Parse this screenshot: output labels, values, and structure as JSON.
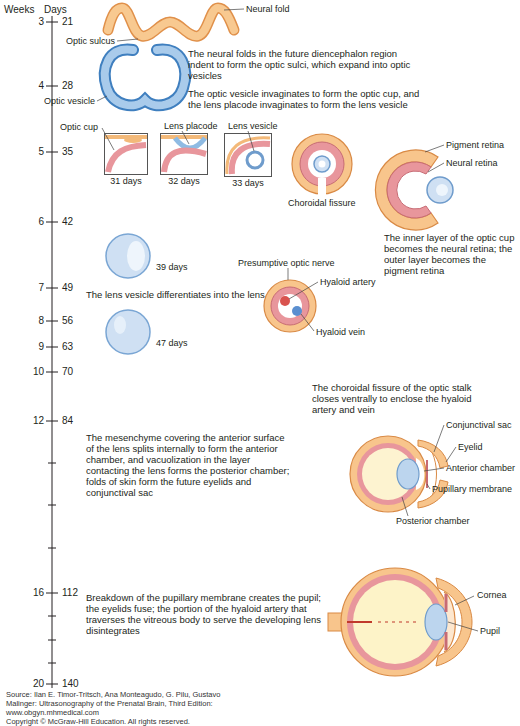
{
  "diagram": {
    "nodes": [
      {
        "text": [
          "31 days"
        ]
      },
      {
        "text": [
          "32 days"
        ]
      },
      {
        "text": [
          "33 days"
        ]
      }
    ],
    "labels": [
      "Weeks",
      "Days",
      "3",
      "21",
      "4",
      "28",
      "5",
      "35",
      "6",
      "42",
      "7",
      "49",
      "8",
      "56",
      "9",
      "63",
      "10",
      "70",
      "12",
      "84",
      "16",
      "112",
      "20",
      "140",
      "Neural fold",
      "Optic sulcus",
      "The neural folds in the future diencephalon region indent to form the optic sulci, which expand into optic vesicles",
      "Optic vesicle",
      "The optic vesicle invaginates to form the optic cup, and the lens placode invaginates to form the lens vesicle",
      "Optic cup",
      "Lens placode",
      "Lens vesicle",
      "Pigment retina",
      "Neural retina",
      "Choroidal fissure",
      "The inner layer of the optic cup becomes the neural retina; the outer layer becomes the pigment retina",
      "The lens vesicle differentiates into the lens",
      "39 days",
      "Presumptive optic nerve",
      "Hyaloid artery",
      "Hyaloid vein",
      "47 days",
      "The choroidal fissure of the optic stalk closes ventrally to enclose the hyaloid artery and vein",
      "The mesenchyme covering the anterior surface of the lens splits internally to form the anterior chamber, and vacuolization in the layer contacting the lens forms the posterior chamber; folds of skin form the future eyelids and conjunctival sac",
      "Conjunctival sac",
      "Eyelid",
      "Anterior chamber",
      "Pupillary membrane",
      "Posterior chamber",
      "Breakdown of the pupillary membrane creates the pupil; the eyelids fuse; the portion of the hyaloid artery that traverses the vitreous body to serve the developing lens disintegrates",
      "Cornea",
      "Pupil",
      "Source: Ilan E. Timor-Tritsch, Ana Monteagudo, G. Pilu, Gustavo Malinger: Ultrasonography of the Prenatal Brain, Third Edition: www.obgyn.mhmedical.com",
      "Copyright © McGraw-Hill Education. All rights reserved."
    ]
  }
}
